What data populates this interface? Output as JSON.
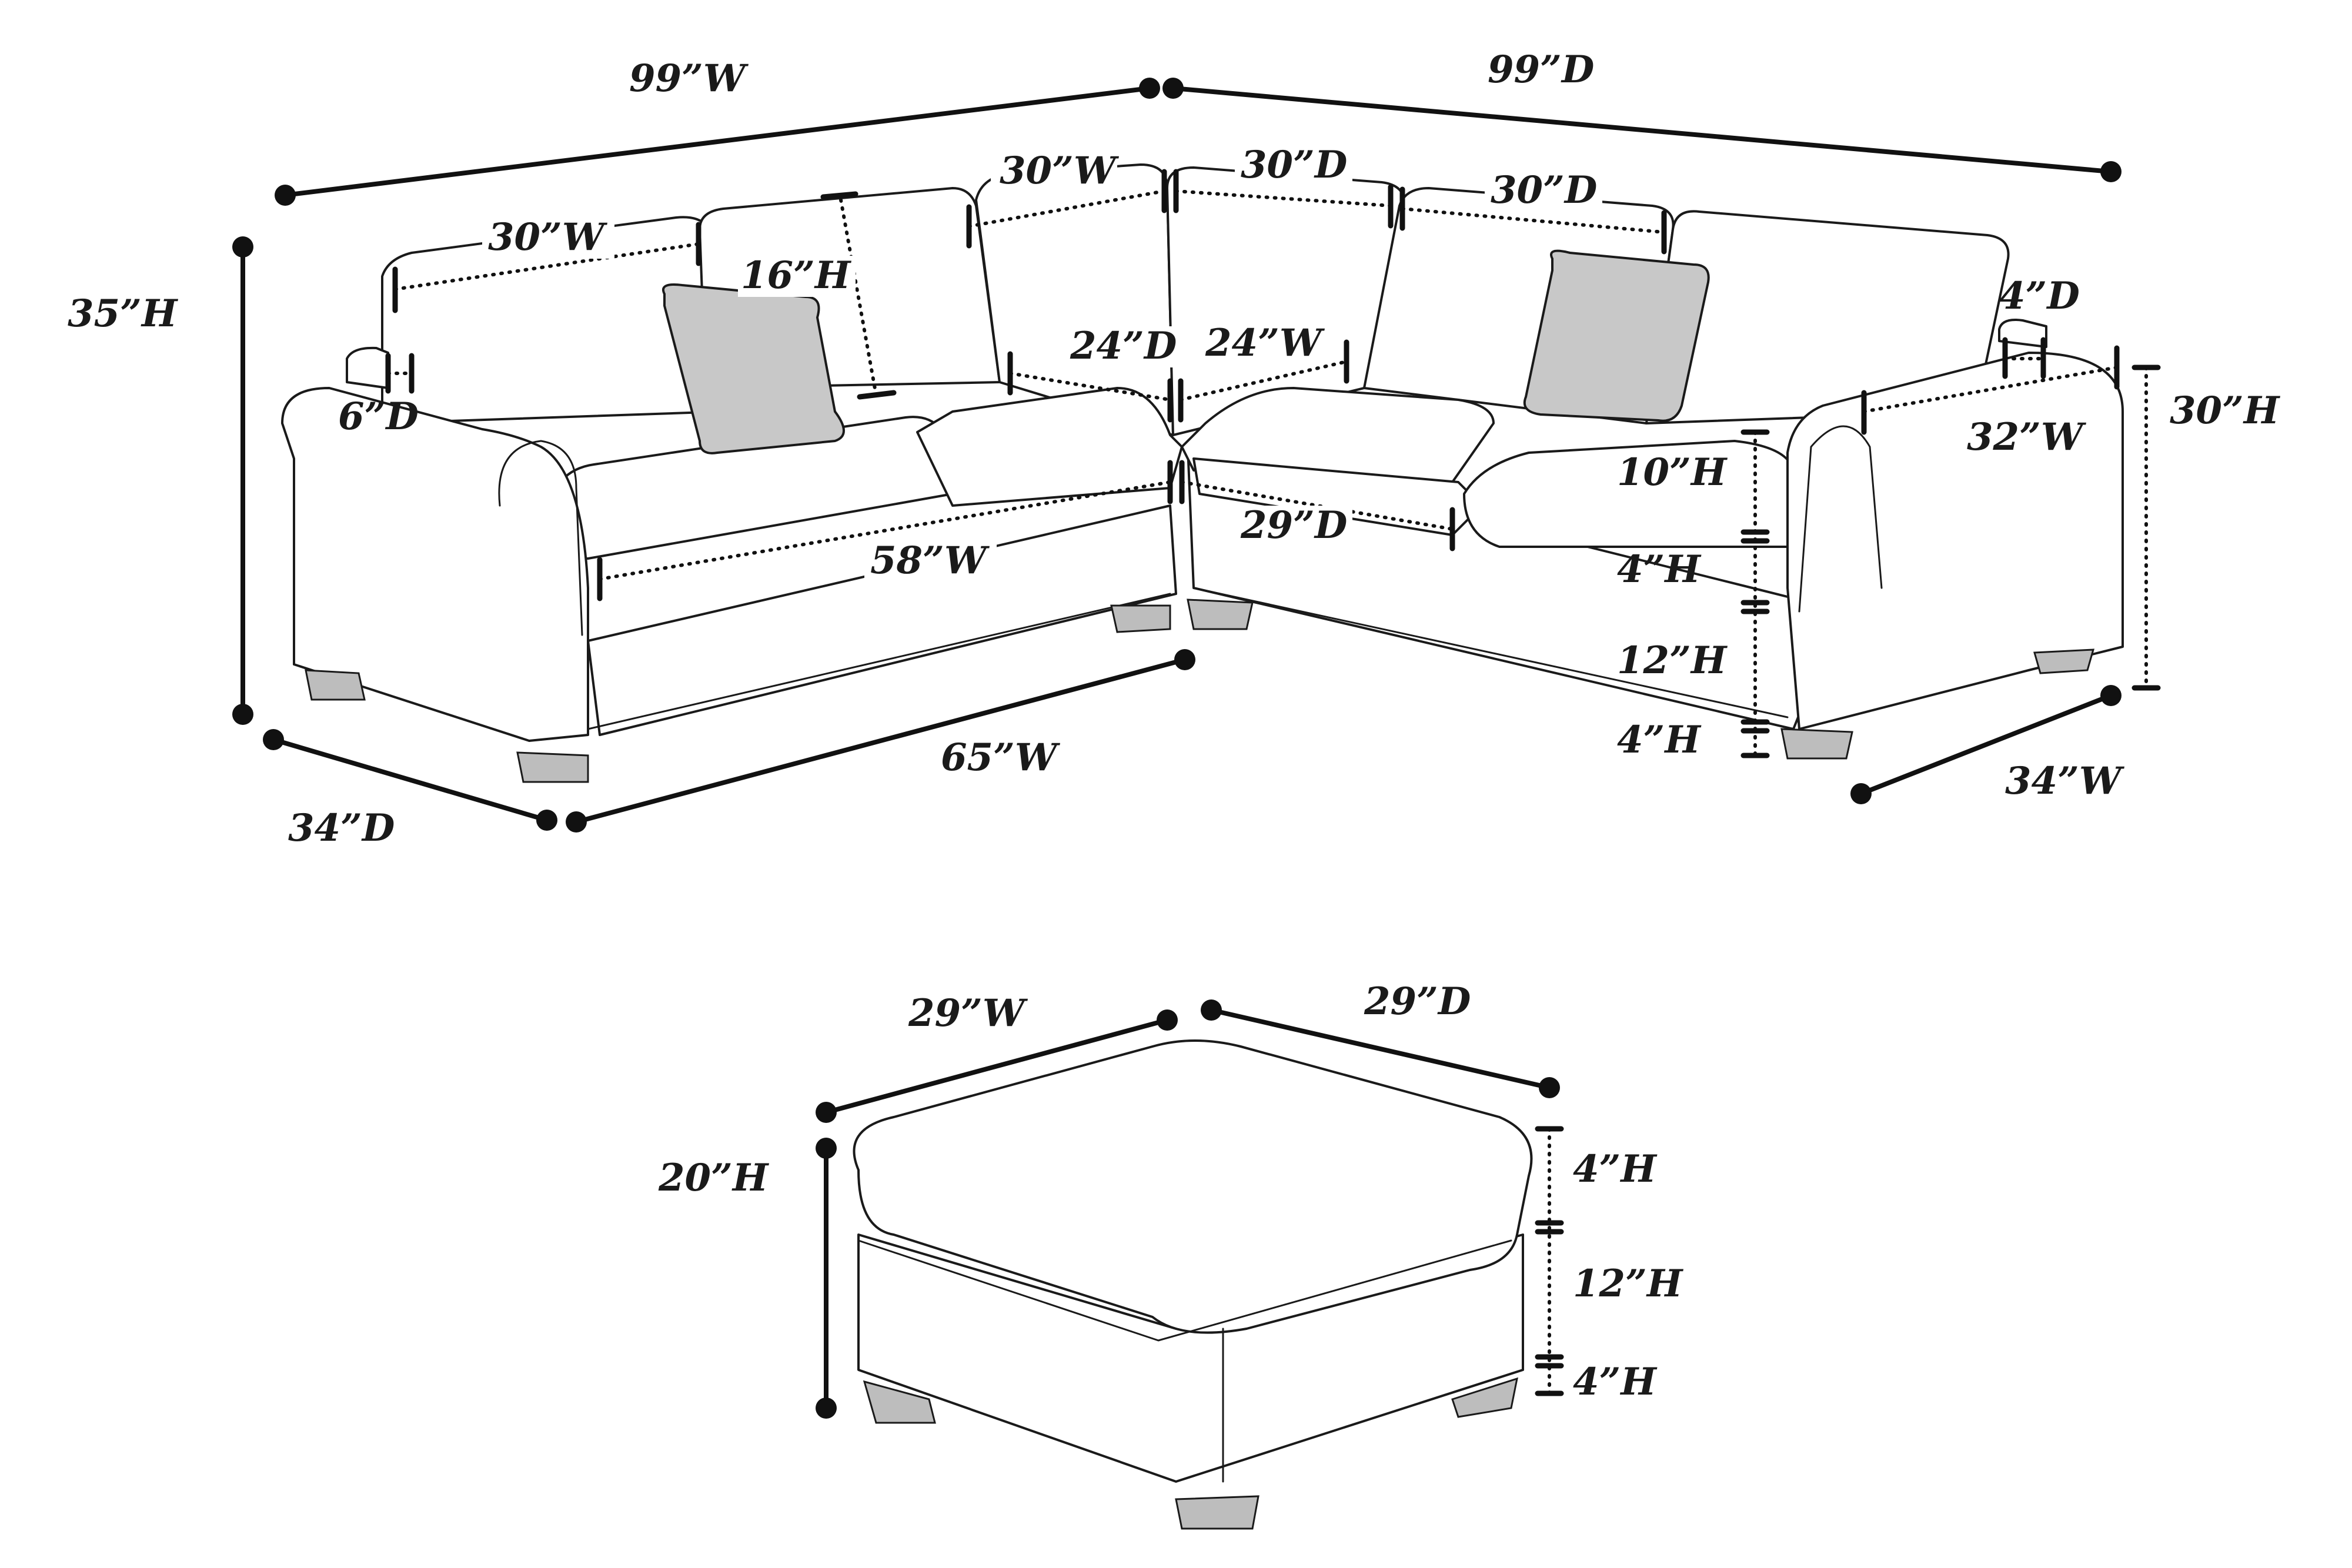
{
  "sectional": {
    "overall_width": "99”W",
    "overall_depth": "99”D",
    "overall_height": "35”H",
    "arm_depth_left": "34”D",
    "front_width": "65”W",
    "arm_width_right": "34”W",
    "left_back_width": "30”W",
    "left_arm_depth": "6”D",
    "back_height": "16”H",
    "corner_back_width": "30”W",
    "corner_back_depth": "30”D",
    "right_back_depth": "30”D",
    "right_arm_depth": "4”D",
    "corner_seat_depth": "24”D",
    "corner_seat_width": "24”W",
    "arm_height": "30”H",
    "arm_length": "32”W",
    "seat_width": "58”W",
    "seat_depth": "29”D",
    "cushion_height": "10”H",
    "seat_cushion_height": "4”H",
    "base_height": "12”H",
    "leg_height": "4”H"
  },
  "ottoman": {
    "width": "29”W",
    "depth": "29”D",
    "height": "20”H",
    "cushion_height": "4”H",
    "base_height": "12”H",
    "leg_height": "4”H"
  },
  "colors": {
    "line": "#1a1a1a",
    "pillow_fill": "#c8c8c8",
    "leg_fill": "#bdbdbd",
    "background": "#ffffff"
  }
}
